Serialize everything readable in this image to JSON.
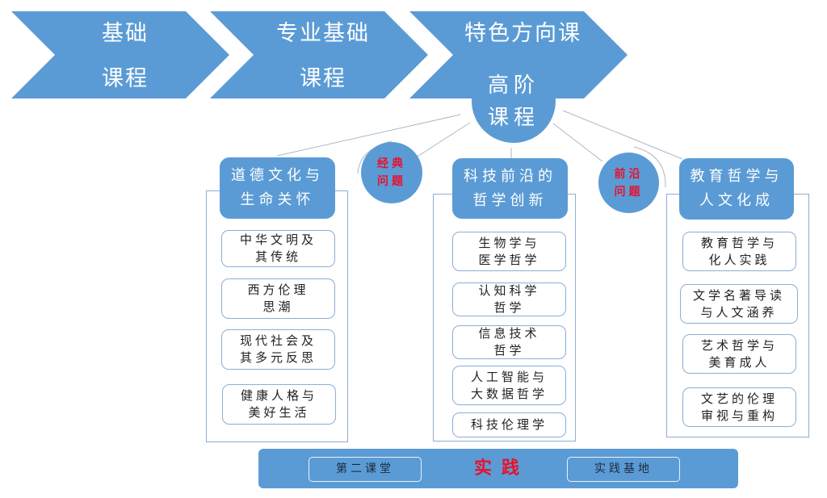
{
  "stages": [
    {
      "line1": "基础",
      "line2": "课程"
    },
    {
      "line1": "专业基础",
      "line2": "课程"
    },
    {
      "line1": "特色方向课",
      "line2": ""
    }
  ],
  "hub": {
    "line1": "高阶",
    "line2": "课程"
  },
  "bubbles": [
    {
      "line1": "经典",
      "line2": "问题"
    },
    {
      "line1": "前沿",
      "line2": "问题"
    }
  ],
  "columns": [
    {
      "header": {
        "line1": "道德文化与",
        "line2": "生命关怀"
      },
      "items": [
        {
          "line1": "中华文明及",
          "line2": "其传统"
        },
        {
          "line1": "西方伦理",
          "line2": "思潮"
        },
        {
          "line1": "现代社会及",
          "line2": "其多元反思"
        },
        {
          "line1": "健康人格与",
          "line2": "美好生活"
        }
      ]
    },
    {
      "header": {
        "line1": "科技前沿的",
        "line2": "哲学创新"
      },
      "items": [
        {
          "line1": "生物学与",
          "line2": "医学哲学"
        },
        {
          "line1": "认知科学",
          "line2": "哲学"
        },
        {
          "line1": "信息技术",
          "line2": "哲学"
        },
        {
          "line1": "人工智能与",
          "line2": "大数据哲学"
        },
        {
          "line1": "科技伦理学",
          "line2": ""
        }
      ]
    },
    {
      "header": {
        "line1": "教育哲学与",
        "line2": "人文化成"
      },
      "items": [
        {
          "line1": "教育哲学与",
          "line2": "化人实践"
        },
        {
          "line1": "文学名著导读",
          "line2": "与人文涵养"
        },
        {
          "line1": "艺术哲学与",
          "line2": "美育成人"
        },
        {
          "line1": "文艺的伦理",
          "line2": "审视与重构"
        }
      ]
    }
  ],
  "practice": {
    "left": "第二课堂",
    "center": "实践",
    "right": "实践基地"
  },
  "colors": {
    "primary_blue": "#5b9bd5",
    "accent_red": "#e8112d",
    "frame_border": "#8faed3"
  }
}
